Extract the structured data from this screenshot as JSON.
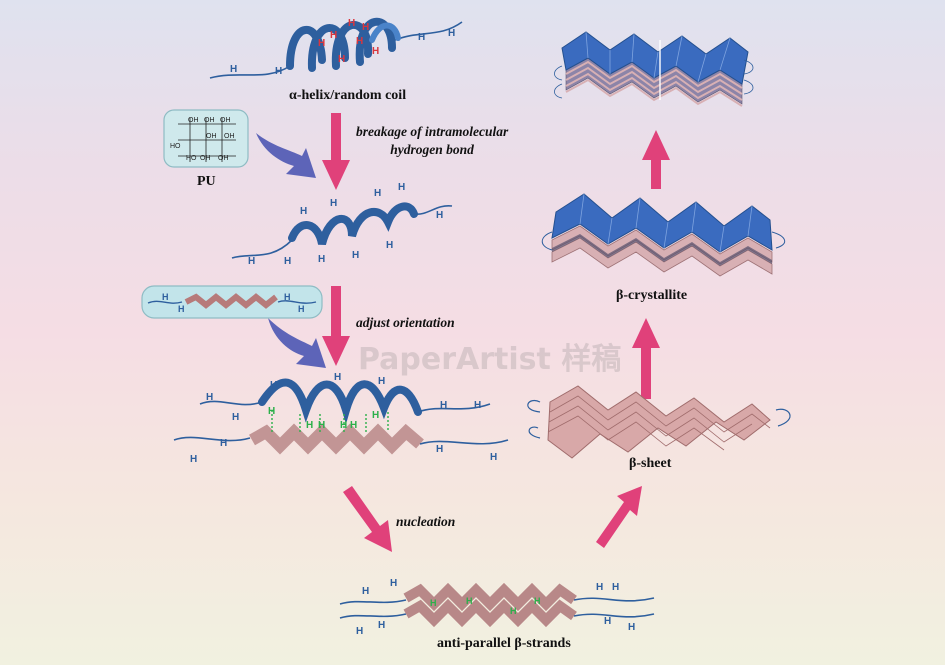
{
  "labels": {
    "alpha_helix": "α-helix/random coil",
    "pu": "PU",
    "anti_parallel": "anti-parallel β-strands",
    "beta_sheet": "β-sheet",
    "beta_crystallite": "β-crystallite"
  },
  "steps": {
    "breakage_line1": "breakage of intramolecular",
    "breakage_line2": "hydrogen bond",
    "adjust": "adjust orientation",
    "nucleation": "nucleation"
  },
  "pu_groups": [
    "OH",
    "OH",
    "OH",
    "OH",
    "OH",
    "OH",
    "OH",
    "OH",
    "OH"
  ],
  "atom": "H",
  "watermark": "PaperArtist 样稿",
  "colors": {
    "pink_arrow": "#e0417a",
    "purple_arrow": "#5d64b8",
    "helix_blue": "#2e5f9e",
    "sheet_pink": "#cf9d9d",
    "crystal_blue": "#3a6bbf",
    "hbond_green": "#2bb04a"
  }
}
